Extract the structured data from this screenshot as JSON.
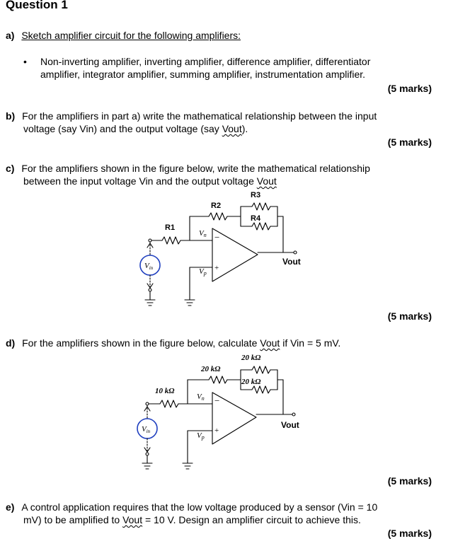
{
  "title": "Question 1",
  "a": {
    "label": "a)",
    "text": "Sketch amplifier circuit for the following amplifiers:",
    "bullet_line1": "Non-inverting amplifier, inverting amplifier, difference amplifier, differentiator",
    "bullet_line2": "amplifier, integrator amplifier, summing amplifier, instrumentation amplifier.",
    "marks": "(5 marks)"
  },
  "b": {
    "label": "b)",
    "line1": "For the amplifiers in part a) write the mathematical relationship between the input",
    "line2_pre": "voltage (say Vin) and the output voltage (say ",
    "line2_word": "Vout",
    "line2_post": ").",
    "marks": "(5 marks)"
  },
  "c": {
    "label": "c)",
    "line1": "For the amplifiers shown in the figure below, write the mathematical relationship",
    "line2_pre": "between the input voltage Vin and the output voltage ",
    "line2_word": "Vout",
    "marks": "(5 marks)",
    "circuit": {
      "r1": "R1",
      "r2": "R2",
      "r3": "R3",
      "r4": "R4",
      "vn": "V",
      "vn_sub": "n",
      "vp": "V",
      "vp_sub": "p",
      "vin": "V",
      "vin_sub": "in",
      "minus": "−",
      "plus": "+",
      "vout": "Vout"
    }
  },
  "d": {
    "label": "d)",
    "line_pre": "For the amplifiers shown in the figure below, calculate ",
    "line_word": "Vout",
    "line_post": " if Vin = 5 mV.",
    "marks": "(5 marks)",
    "circuit": {
      "r1": "10 kΩ",
      "r2": "20 kΩ",
      "r3": "20 kΩ",
      "r4": "20 kΩ",
      "vn": "V",
      "vn_sub": "n",
      "vp": "V",
      "vp_sub": "p",
      "vin": "V",
      "vin_sub": "in",
      "minus": "−",
      "plus": "+",
      "vout": "Vout"
    }
  },
  "e": {
    "label": "e)",
    "line1": "A control application requires that the low voltage produced by a sensor (Vin = 10",
    "line2_pre": "mV) to be amplified to ",
    "line2_word": "Vout",
    "line2_post": " = 10 V. Design an amplifier circuit to achieve this.",
    "marks": "(5 marks)"
  }
}
